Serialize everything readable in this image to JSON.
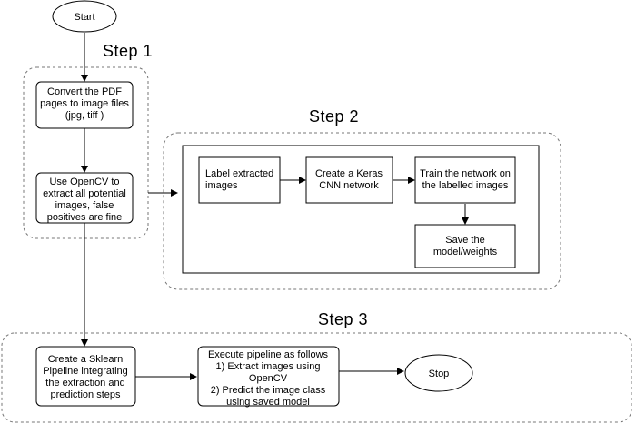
{
  "steps": {
    "step1": "Step 1",
    "step2": "Step 2",
    "step3": "Step 3"
  },
  "nodes": {
    "start": "Start",
    "convert_pdf": [
      "Convert the PDF",
      "pages to image files",
      "(jpg, tiff )"
    ],
    "opencv_extract": [
      "Use OpenCV to",
      "extract all potential",
      "images, false",
      "positives are fine"
    ],
    "label_images": [
      "Label extracted",
      "images"
    ],
    "keras_cnn": [
      "Create a Keras",
      "CNN network"
    ],
    "train_network": [
      "Train the network on",
      "the labelled images"
    ],
    "save_model": [
      "Save the",
      "model/weights"
    ],
    "sklearn_pipeline": [
      "Create a Sklearn",
      "Pipeline integrating",
      "the extraction and",
      "prediction steps"
    ],
    "execute_pipeline": [
      "Execute pipeline as follows",
      "1) Extract images using",
      "OpenCV",
      "2) Predict the image class",
      "using saved model"
    ],
    "stop": "Stop"
  }
}
